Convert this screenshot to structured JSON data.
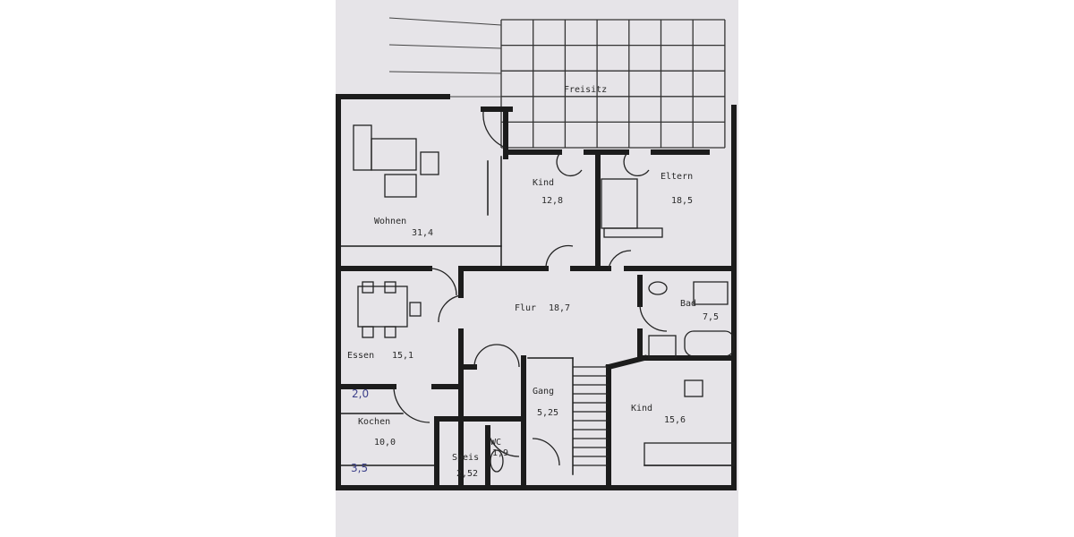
{
  "colors": {
    "paper": "#e6e4e8",
    "ink": "#1c1c1c",
    "handwriting": "#3b3f8a"
  },
  "rooms": [
    {
      "id": "freisitz",
      "name": "Freisitz",
      "area": ""
    },
    {
      "id": "wohnen",
      "name": "Wohnen",
      "area": "31,4"
    },
    {
      "id": "kind1",
      "name": "Kind",
      "area": "12,8"
    },
    {
      "id": "eltern",
      "name": "Eltern",
      "area": "18,5"
    },
    {
      "id": "flur",
      "name": "Flur",
      "area": "18,7"
    },
    {
      "id": "bad",
      "name": "Bad",
      "area": "7,5"
    },
    {
      "id": "essen",
      "name": "Essen",
      "area": "15,1"
    },
    {
      "id": "gang",
      "name": "Gang",
      "area": "5,25"
    },
    {
      "id": "kind2",
      "name": "Kind",
      "area": "15,6"
    },
    {
      "id": "kochen",
      "name": "Kochen",
      "area": "10,0"
    },
    {
      "id": "speis",
      "name": "Speis",
      "area": "2,52"
    },
    {
      "id": "wc",
      "name": "WC",
      "area": "1,9"
    }
  ],
  "handwritten_notes": [
    "2,0",
    "3,5"
  ]
}
